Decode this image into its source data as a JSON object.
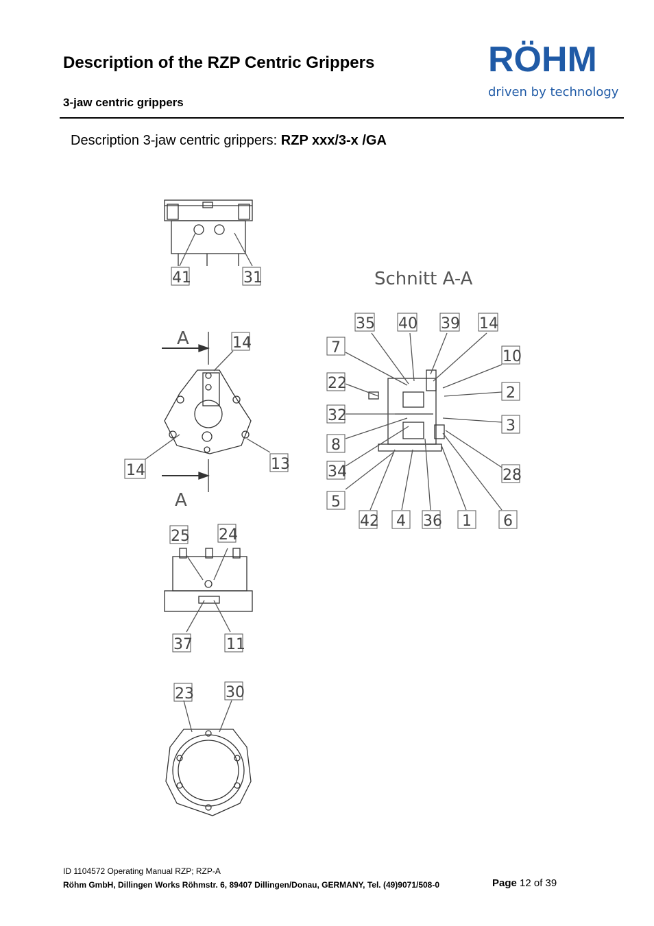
{
  "header": {
    "title": "Description of the RZP Centric Grippers",
    "subtitle": "3-jaw centric grippers",
    "logo_text": "RÖHM",
    "logo_tagline": "driven by technology"
  },
  "description": {
    "prefix": "Description  3-jaw centric grippers: ",
    "model": "RZP xxx/3-x /GA"
  },
  "drawing": {
    "section_title": "Schnitt A-A",
    "section_marker": "A",
    "top_view_callouts": [
      "41",
      "31"
    ],
    "front_view_callouts": [
      "14",
      "14",
      "13"
    ],
    "side_view_callouts": [
      "25",
      "24",
      "37",
      "11"
    ],
    "bottom_view_callouts": [
      "23",
      "30"
    ],
    "section_callouts_top": [
      "35",
      "40",
      "39",
      "14"
    ],
    "section_callouts_left": [
      "7",
      "22",
      "32",
      "8",
      "34",
      "5"
    ],
    "section_callouts_right": [
      "10",
      "2",
      "3",
      "28",
      "6"
    ],
    "section_callouts_bottom": [
      "42",
      "4",
      "36",
      "1"
    ]
  },
  "footer": {
    "doc_id": "ID 1104572 Operating Manual RZP; RZP-A",
    "address": "Röhm GmbH, Dillingen Works Röhmstr. 6, 89407 Dillingen/Donau, GERMANY, Tel. (49)9071/508-0",
    "page_label": "Page",
    "page_value": " 12 of 39"
  },
  "colors": {
    "brand_blue": "#1f5aa6",
    "line": "#333333"
  }
}
